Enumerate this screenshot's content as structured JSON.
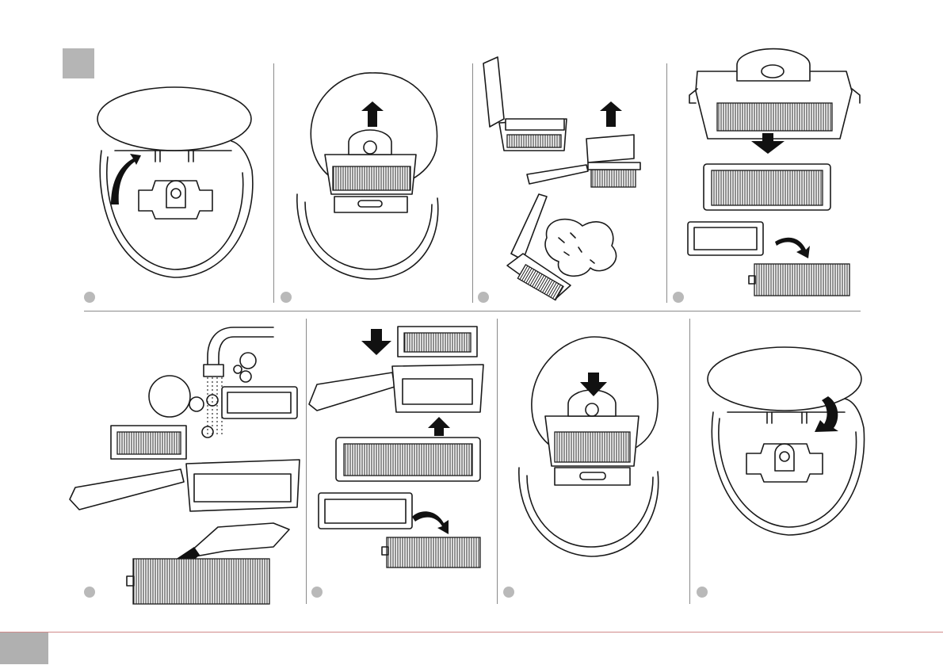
{
  "page": {
    "title": "",
    "steps": [
      {
        "label": "",
        "action": "open-lid"
      },
      {
        "label": "",
        "action": "lift-dust-bin"
      },
      {
        "label": "",
        "action": "open-bin-empty-debris"
      },
      {
        "label": "",
        "action": "remove-filter"
      },
      {
        "label": "",
        "action": "rinse-and-brush-filter"
      },
      {
        "label": "",
        "action": "reassemble-filter"
      },
      {
        "label": "",
        "action": "insert-dust-bin"
      },
      {
        "label": "",
        "action": "close-lid"
      }
    ],
    "footer": {
      "page_number": ""
    }
  },
  "colors": {
    "badge": "#b9b9b9",
    "marker": "#b5b5b5",
    "footer_rule": "#d08a8a",
    "line": "#1a1a1a"
  }
}
